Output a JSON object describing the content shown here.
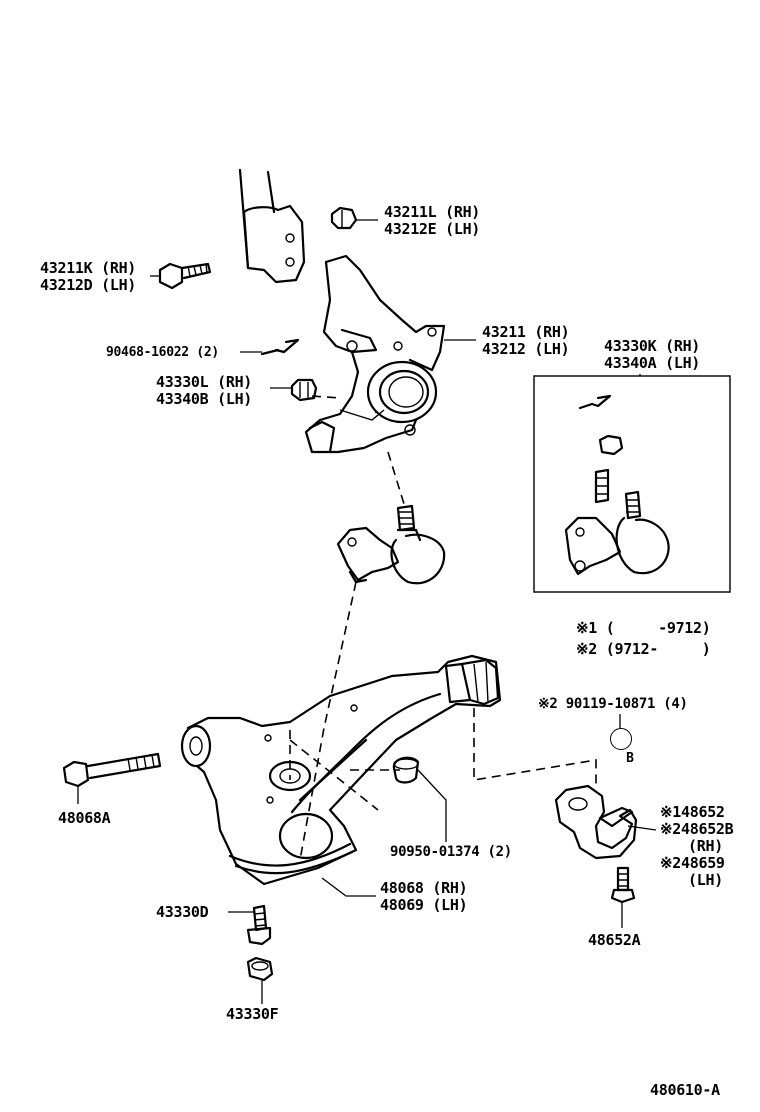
{
  "labels": {
    "nut_rh": "43211L (RH)",
    "nut_lh": "43212E (LH)",
    "bolt_rh": "43211K (RH)",
    "bolt_lh": "43212D (LH)",
    "knuckle_rh": "43211 (RH)",
    "knuckle_lh": "43212 (LH)",
    "pin": "90468-16022 (2)",
    "bj_nut_rh": "43330L (RH)",
    "bj_nut_lh": "43340B (LH)",
    "kit_rh": "43330K (RH)",
    "kit_lh": "43340A (LH)",
    "note1": "※1 (     -9712)",
    "note2": "※2 (9712-     )",
    "bolt_901": "※2 90119-10871 (4)",
    "ref_b": "B",
    "bolt_48068a": "48068A",
    "bushing_909": "90950-01374 (2)",
    "bracket_1": "※148652",
    "bracket_2": "※248652B",
    "bracket_2_rh": "(RH)",
    "bracket_3": "※248659",
    "bracket_3_lh": "(LH)",
    "arm_rh": "48068 (RH)",
    "arm_lh": "48069 (LH)",
    "bolt_43330d": "43330D",
    "bolt_48652a": "48652A",
    "nut_43330f": "43330F",
    "diagram_id": "480610-A"
  }
}
